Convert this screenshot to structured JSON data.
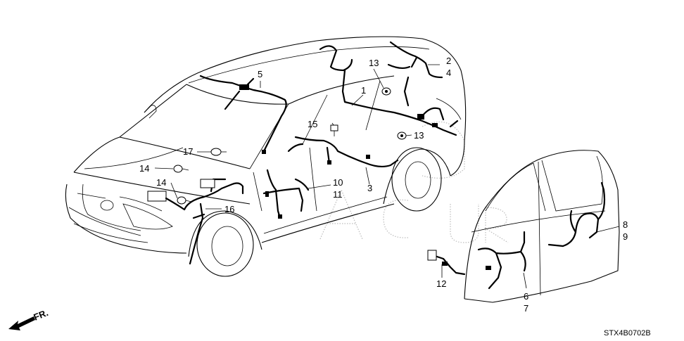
{
  "diagram": {
    "callouts": [
      {
        "id": "1",
        "text": "1"
      },
      {
        "id": "2",
        "text": "2"
      },
      {
        "id": "3",
        "text": "3"
      },
      {
        "id": "4",
        "text": "4"
      },
      {
        "id": "5",
        "text": "5"
      },
      {
        "id": "6",
        "text": "6"
      },
      {
        "id": "7",
        "text": "7"
      },
      {
        "id": "8",
        "text": "8"
      },
      {
        "id": "9",
        "text": "9"
      },
      {
        "id": "10",
        "text": "10"
      },
      {
        "id": "11",
        "text": "11"
      },
      {
        "id": "12",
        "text": "12"
      },
      {
        "id": "13a",
        "text": "13"
      },
      {
        "id": "13b",
        "text": "13"
      },
      {
        "id": "14a",
        "text": "14"
      },
      {
        "id": "14b",
        "text": "14"
      },
      {
        "id": "15",
        "text": "15"
      },
      {
        "id": "16",
        "text": "16"
      },
      {
        "id": "17",
        "text": "17"
      }
    ],
    "front_indicator": "FR.",
    "diagram_code": "STX4B0702B",
    "watermark": "ACURA"
  }
}
